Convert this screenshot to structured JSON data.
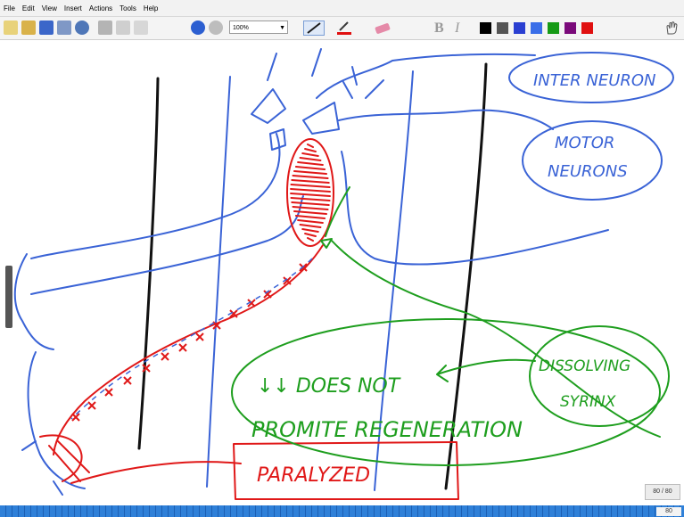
{
  "menu": [
    "File",
    "Edit",
    "View",
    "Insert",
    "Actions",
    "Tools",
    "Help"
  ],
  "toolbar": {
    "zoom": "100%",
    "bold": "B",
    "italic": "I",
    "swatch_colors": [
      "#000000",
      "#555555",
      "#2a3fd1",
      "#3a6ee8",
      "#169a16",
      "#7a0a7a",
      "#e01010"
    ]
  },
  "annotations": {
    "inter_neuron": "INTER NEURON",
    "motor_neurons_1": "MOTOR",
    "motor_neurons_2": "NEURONS",
    "does_not": "↓↓ DOES NOT",
    "promote_regeneration": "PROMITE REGENERATION",
    "dissolving": "DISSOLVING",
    "syrinx": "SYRINX",
    "paralyzed": "PARALYZED"
  },
  "page_indicator": "80 / 80",
  "zoom_level": "80",
  "ink_colors": {
    "black": "#111111",
    "blue": "#3a63d6",
    "red": "#e01818",
    "green": "#1e9e1e"
  }
}
